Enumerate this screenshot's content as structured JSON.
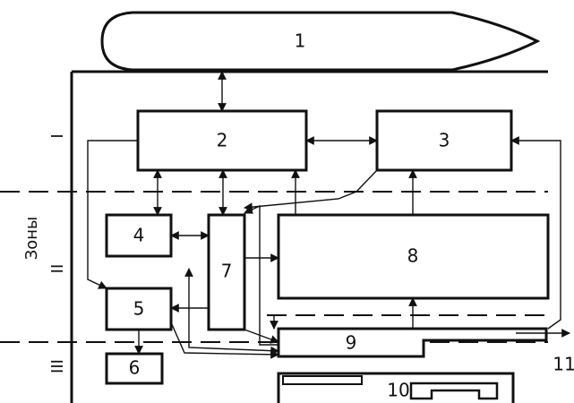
{
  "diagram": {
    "ship_label": "1",
    "blocks": {
      "b2": "2",
      "b3": "3",
      "b4": "4",
      "b5": "5",
      "b6": "6",
      "b7": "7",
      "b8": "8",
      "b9": "9",
      "b10": "10",
      "out11": "11"
    },
    "zones_title": "Зоны",
    "zone_numerals": {
      "z1": "I",
      "z2": "II",
      "z3": "III"
    }
  }
}
